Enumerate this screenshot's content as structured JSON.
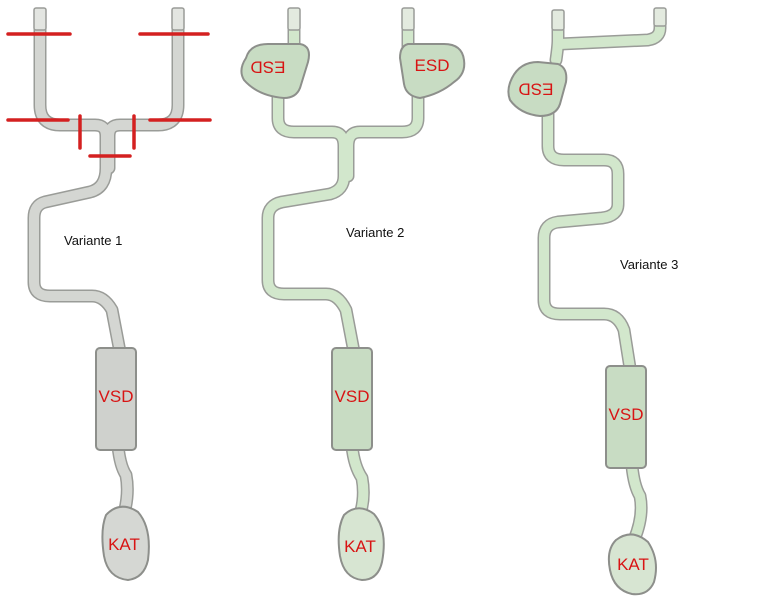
{
  "variants": [
    {
      "caption": "Variante 1",
      "vsd_label": "VSD",
      "kat_label": "KAT"
    },
    {
      "caption": "Variante 2",
      "vsd_label": "VSD",
      "kat_label": "KAT",
      "esd_left_label": "ESD",
      "esd_right_label": "ESD"
    },
    {
      "caption": "Variante 3",
      "vsd_label": "VSD",
      "kat_label": "KAT",
      "esd_label": "ESD"
    }
  ],
  "colors": {
    "pipe_variant1": "#d4d6d2",
    "pipe_green": "#d2e7cc",
    "pipe_outline": "#9a9c98",
    "muffler_green": "#c8dcc3",
    "muffler_grey": "#cfd1cd",
    "label_red": "#d81414",
    "cut_mark_red": "#d42020"
  }
}
